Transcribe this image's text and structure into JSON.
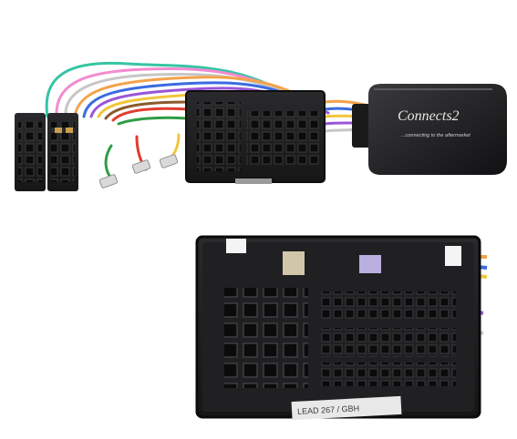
{
  "product": {
    "brand_logo": "Connects2",
    "tagline": "...connecting to the aftermarket",
    "part_label": "LEAD 267 / GBH"
  },
  "icons": {
    "interface_box": "interface-box-icon",
    "iso_connector": "iso-connector-icon",
    "vehicle_connector": "vehicle-connector-icon"
  },
  "colors": {
    "plastic_black": "#1c1c1e",
    "wire_colors": [
      "#35c5a3",
      "#f28bd0",
      "#c7c7c7",
      "#f4a24a",
      "#3a6be0",
      "#9a55d8",
      "#f3c53a",
      "#8a5a2b",
      "#e23b2f",
      "#2e9d45"
    ]
  }
}
